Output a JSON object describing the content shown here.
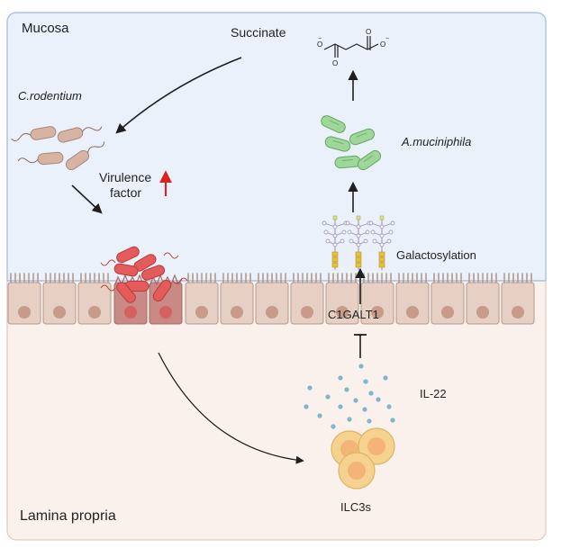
{
  "regions": {
    "mucosa": "Mucosa",
    "lamina_propria": "Lamina propria"
  },
  "labels": {
    "succinate": "Succinate",
    "c_rodentium": "C.rodentium",
    "virulence_line1": "Virulence",
    "virulence_line2": "factor",
    "a_muciniphila": "A.muciniphila",
    "galactosylation": "Galactosylation",
    "c1galt1": "C1GALT1",
    "il22": "IL-22",
    "ilc3s": "ILC3s"
  },
  "molecule": {
    "o_left": "O",
    "o_right": "O",
    "minus_left": "−",
    "minus_right": "−",
    "o_bottom_left": "O",
    "o_bottom_right": "O"
  },
  "colors": {
    "mucosa_bg": "#eaf1fb",
    "mucosa_border": "#a9c3e6",
    "lamina_bg": "#fbf1ec",
    "lamina_border": "#e3c9bb",
    "cell_fill": "#e6cfc3",
    "cell_stroke": "#b59a8c",
    "nucleus": "#c79a8a",
    "pathogen_brown": "#d7b3a4",
    "pathogen_red": "#e55a5a",
    "akk_green": "#9fd79a",
    "cytokine": "#7fb6cc",
    "ilc3": "#f5d28f",
    "virulence_arrow": "#e02020"
  }
}
